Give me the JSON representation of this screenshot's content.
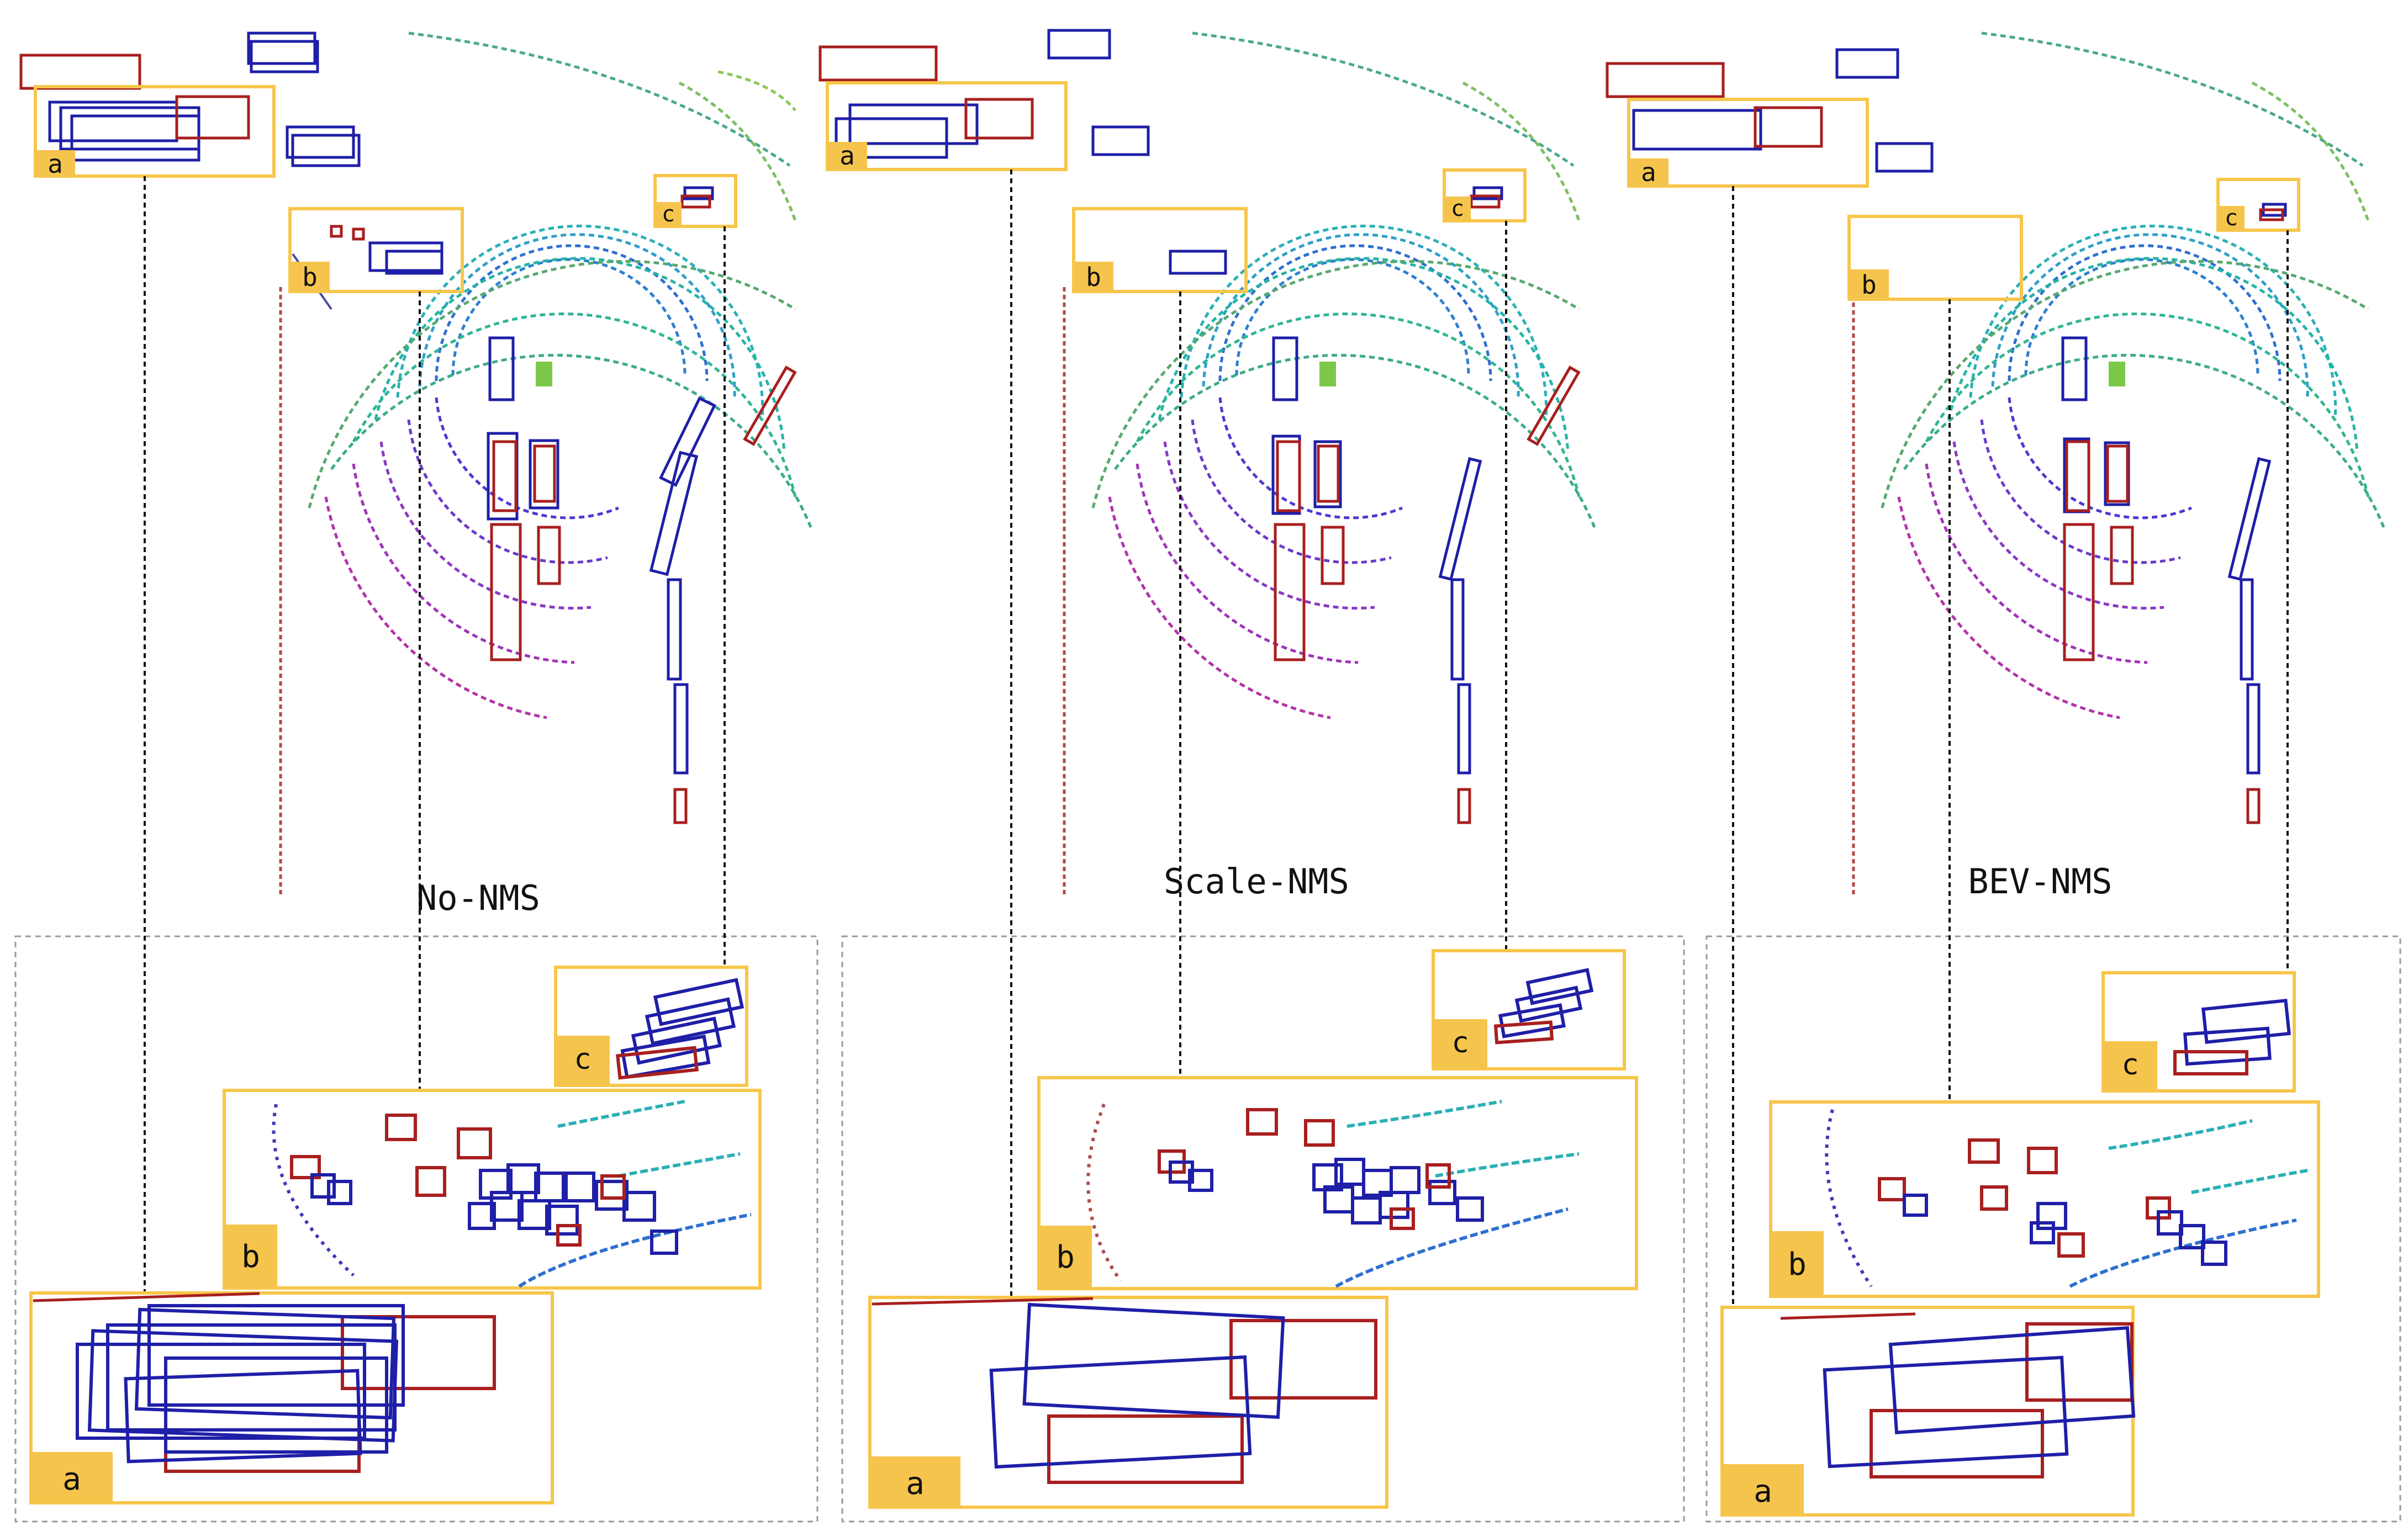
{
  "figure": {
    "panels": [
      {
        "method": "No-NMS",
        "scene_labels": [
          "a",
          "b",
          "c"
        ],
        "zoom_labels": [
          "c",
          "b",
          "a"
        ]
      },
      {
        "method": "Scale-NMS",
        "scene_labels": [
          "a",
          "b",
          "c"
        ],
        "zoom_labels": [
          "c",
          "b",
          "a"
        ]
      },
      {
        "method": "BEV-NMS",
        "scene_labels": [
          "a",
          "b",
          "c"
        ],
        "zoom_labels": [
          "c",
          "b",
          "a"
        ]
      }
    ],
    "colors": {
      "prediction_box": "#1f1fa8",
      "ground_truth_box": "#a81f1f",
      "highlight_frame": "#f7c64a",
      "badge_fill": "#f5c44c",
      "connector": "#111111",
      "dashed_frame": "#9a9a9a"
    }
  }
}
